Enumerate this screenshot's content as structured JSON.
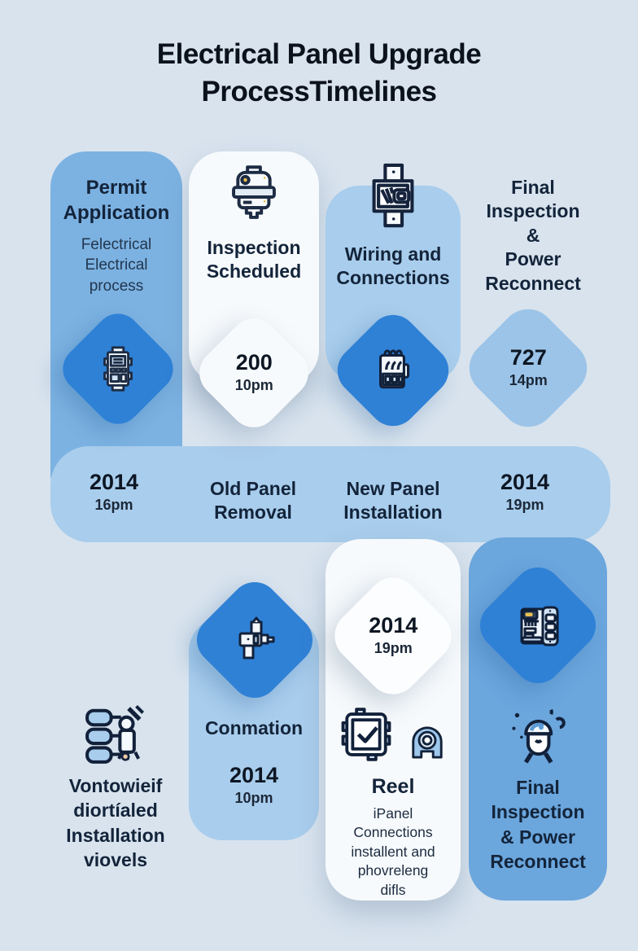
{
  "title": "Electrical Panel Upgrade\nProcessTimelines",
  "colors": {
    "background": "#d8e3ee",
    "column_blue": "#7cb2e2",
    "band_blue": "#a9cdec",
    "diamond_dark_blue": "#2f81d6",
    "diamond_light_blue": "#9cc4e8",
    "column_white": "#f7fafc",
    "column_deep_blue": "#6ba6dd",
    "text_dark": "#13243a"
  },
  "steps": {
    "permit": {
      "title": "Permit\nApplication",
      "subtitle": "Felectrical\nElectrical\nprocess",
      "diamond_icon": "electrical-panel-icon"
    },
    "inspection": {
      "title": "Inspection\nScheduled",
      "icon": "electric-meter-icon",
      "badge": {
        "value": "200",
        "time": "10pm"
      }
    },
    "wiring": {
      "title": "Wiring and\nConnections",
      "icon": "outlet-wiring-icon",
      "diamond_icon": "notepad-icon"
    },
    "final_top": {
      "title": "Final\nInspection\n&\nPower\nReconnect",
      "badge": {
        "value": "727",
        "time": "14pm"
      }
    }
  },
  "band": {
    "milestone_left": {
      "value": "2014",
      "time": "16pm"
    },
    "old_panel": "Old Panel\nRemoval",
    "new_panel": "New Panel\nInstallation",
    "milestone_right": {
      "value": "2014",
      "time": "19pm"
    }
  },
  "bottom": {
    "note_left": {
      "text": "Vontowieif\ndiortíaled\nInstallation\nviovels",
      "icon": "connectors-tool-icon"
    },
    "confirmation": {
      "title": "Conmation",
      "badge": {
        "value": "2014",
        "time": "10pm"
      },
      "diamond_icon": "drill-icon"
    },
    "reel": {
      "badge": {
        "value": "2014",
        "time": "19pm"
      },
      "title": "Reel",
      "subtitle": "iPanel\nConnections\ninstallent and\nphovreleng\ndifls",
      "icons": [
        "checklist-icon",
        "webcam-icon"
      ]
    },
    "final_bottom": {
      "title": "Final\nInspection\n& Power\nReconnect",
      "diamond_icon": "panel-machine-icon",
      "icon": "alarm-clock-icon"
    }
  }
}
